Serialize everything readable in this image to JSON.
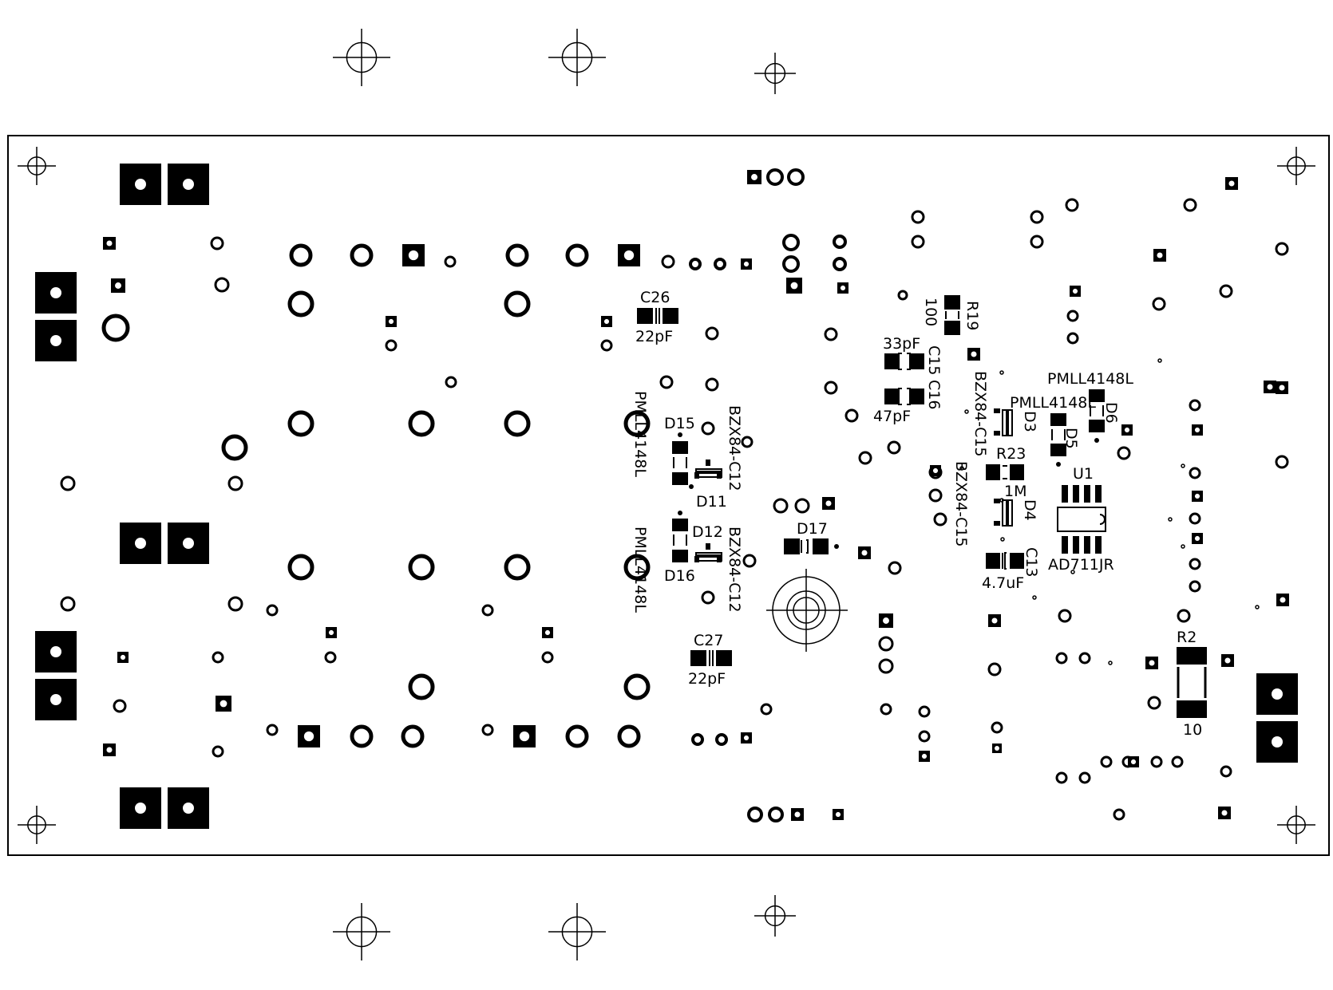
{
  "colors": {
    "background": "#ffffff",
    "ink": "#000000"
  },
  "labels": {
    "c26": "C26",
    "c26_val": "22pF",
    "c27": "C27",
    "c27_val": "22pF",
    "r19": "R19",
    "r19_val": "100",
    "c15": "C15",
    "c15_val": "33pF",
    "c16": "C16",
    "c16_val": "47pF",
    "bzx_d3": "BZX84-C15",
    "pmll_d3": "PMLL4148L",
    "pmll_d6": "PMLL4148L",
    "d3": "D3",
    "d5": "D5",
    "d6": "D6",
    "r23": "R23",
    "r23_val": "1M",
    "d4": "D4",
    "bzx_d4": "BZX84-C15",
    "u1": "U1",
    "u1_val": "AD711JR",
    "c13": "C13",
    "c13_val": "4.7uF",
    "d15": "D15",
    "d11": "D11",
    "d12": "D12",
    "d16": "D16",
    "d17": "D17",
    "pmll_d15": "PMLL4148L",
    "pmll_d16": "PMLL4148L",
    "bzx_d11": "BZX84-C12",
    "bzx_d12": "BZX84-C12",
    "r2": "R2",
    "r2_val": "10"
  }
}
